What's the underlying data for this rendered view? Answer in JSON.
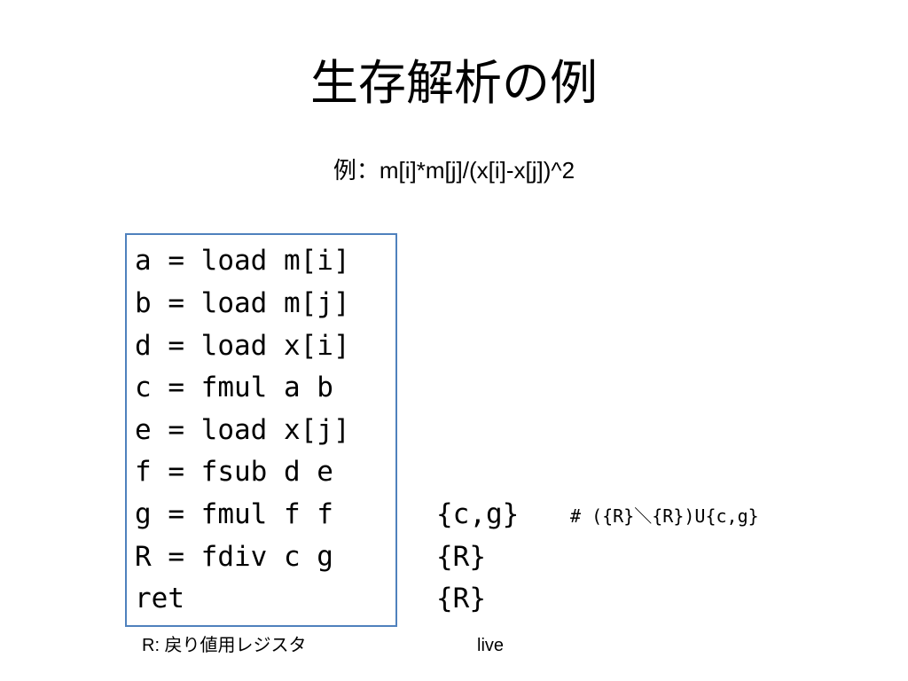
{
  "slide": {
    "title": "生存解析の例",
    "subtitle": "例：m[i]*m[j]/(x[i]-x[j])^2",
    "code_lines": [
      "a = load m[i]",
      "b = load m[j]",
      "d = load x[i]",
      "c = fmul a b",
      "e = load x[j]",
      "f = fsub d e",
      "g = fmul f f",
      "R = fdiv c g",
      "ret"
    ],
    "live_sets": [
      {
        "line": 6,
        "text": "{c,g}"
      },
      {
        "line": 7,
        "text": "{R}"
      },
      {
        "line": 8,
        "text": "{R}"
      }
    ],
    "comment": "# ({R}＼{R})U{c,g}",
    "caption_left": "R: 戻り値用レジスタ",
    "caption_right": "live",
    "colors": {
      "box_border": "#4f81bd",
      "text": "#000000",
      "background": "#ffffff"
    }
  }
}
